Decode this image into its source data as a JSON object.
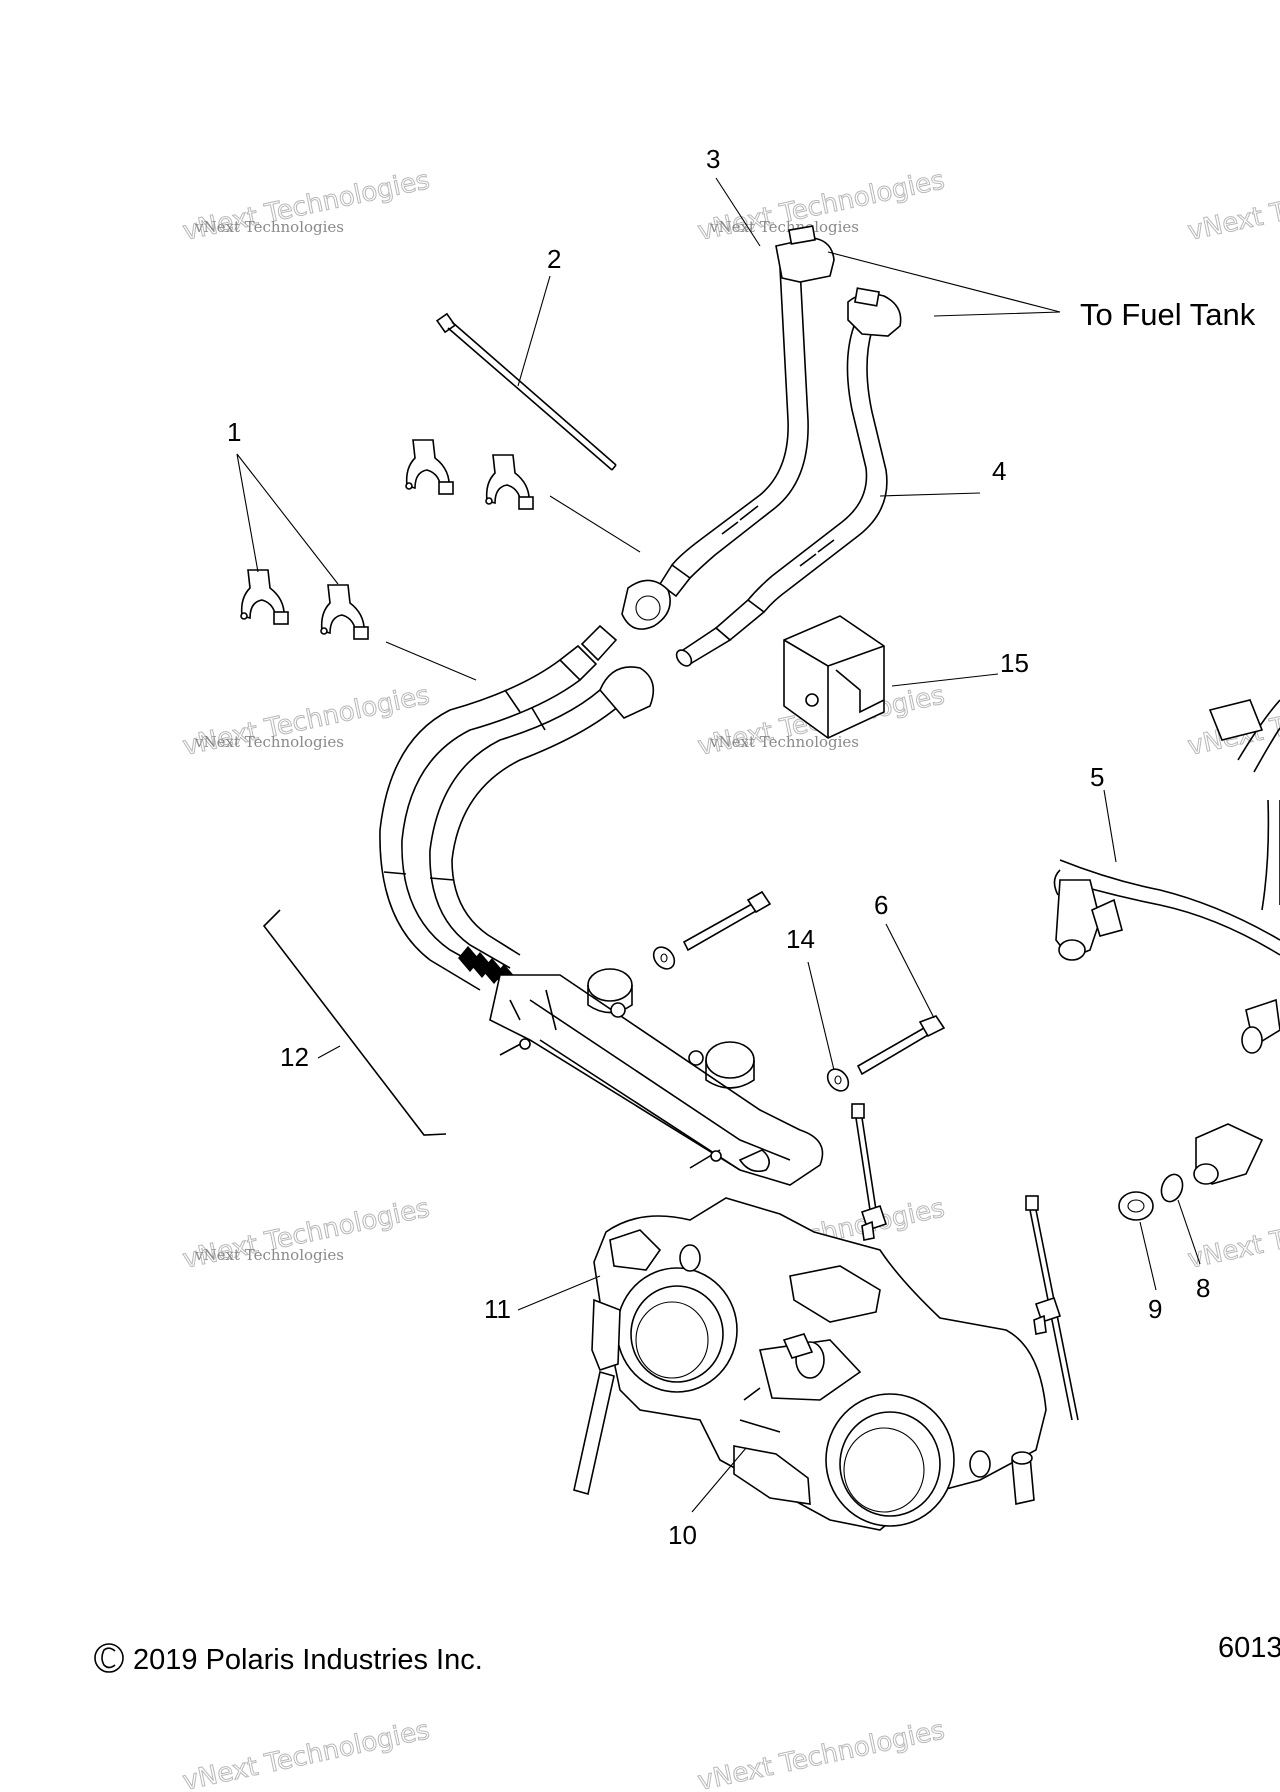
{
  "diagram": {
    "callouts": [
      "1",
      "2",
      "3",
      "4",
      "5",
      "6",
      "8",
      "9",
      "10",
      "11",
      "12",
      "14",
      "15"
    ],
    "note_fuel_tank": "To Fuel Tank",
    "copyright": "2019 Polaris Industries Inc.",
    "copyright_symbol": "©",
    "drawing_number": "6013",
    "watermark_line1": "vNext Technologies",
    "watermark_line2": "vNext Technologies"
  }
}
